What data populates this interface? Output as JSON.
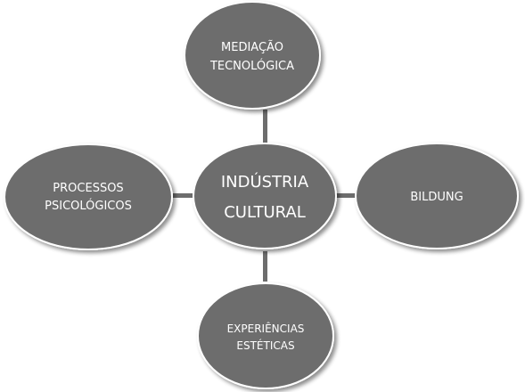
{
  "diagram": {
    "center": {
      "line1": "INDÚSTRIA",
      "line2": "CULTURAL"
    },
    "top": {
      "line1": "MEDIAÇÃO",
      "line2": "TECNOLÓGICA"
    },
    "left": {
      "line1": "PROCESSOS",
      "line2": "PSICOLÓGICOS"
    },
    "right": {
      "line1": "BILDUNG"
    },
    "bottom": {
      "line1": "EXPERIÊNCIAS",
      "line2": "ESTÉTICAS"
    }
  },
  "colors": {
    "node_fill": "#6d6d6d",
    "node_stroke": "#ffffff",
    "connector": "#6d6d6d",
    "text": "#ffffff",
    "shadow": "#b5b5b5"
  }
}
